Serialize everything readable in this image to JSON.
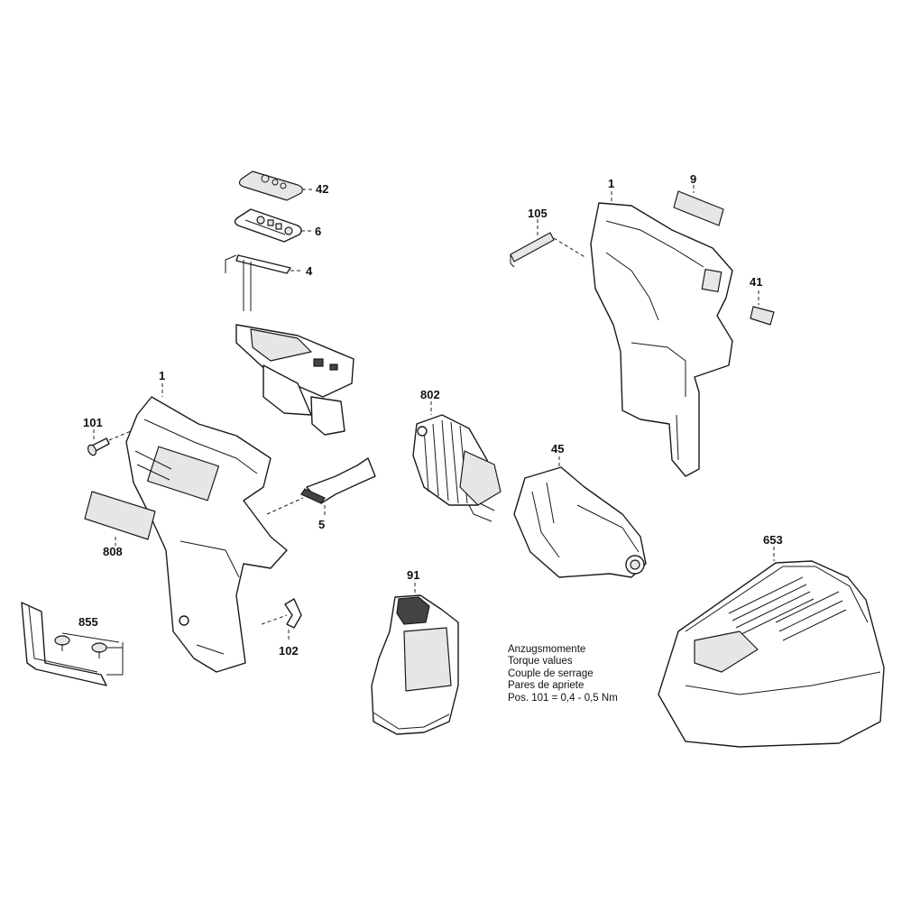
{
  "labels": {
    "p42": "42",
    "p6": "6",
    "p4": "4",
    "p1_left": "1",
    "p101": "101",
    "p808": "808",
    "p5": "5",
    "p802": "802",
    "p45": "45",
    "p105": "105",
    "p1_right": "1",
    "p9": "9",
    "p41": "41",
    "p855": "855",
    "p102": "102",
    "p91": "91",
    "p653": "653"
  },
  "torque_note": {
    "line1": "Anzugsmomente",
    "line2": "Torque values",
    "line3": "Couple de serrage",
    "line4": "Pares de apriete",
    "line5": "Pos. 101  =  0,4  -  0,5 Nm"
  }
}
